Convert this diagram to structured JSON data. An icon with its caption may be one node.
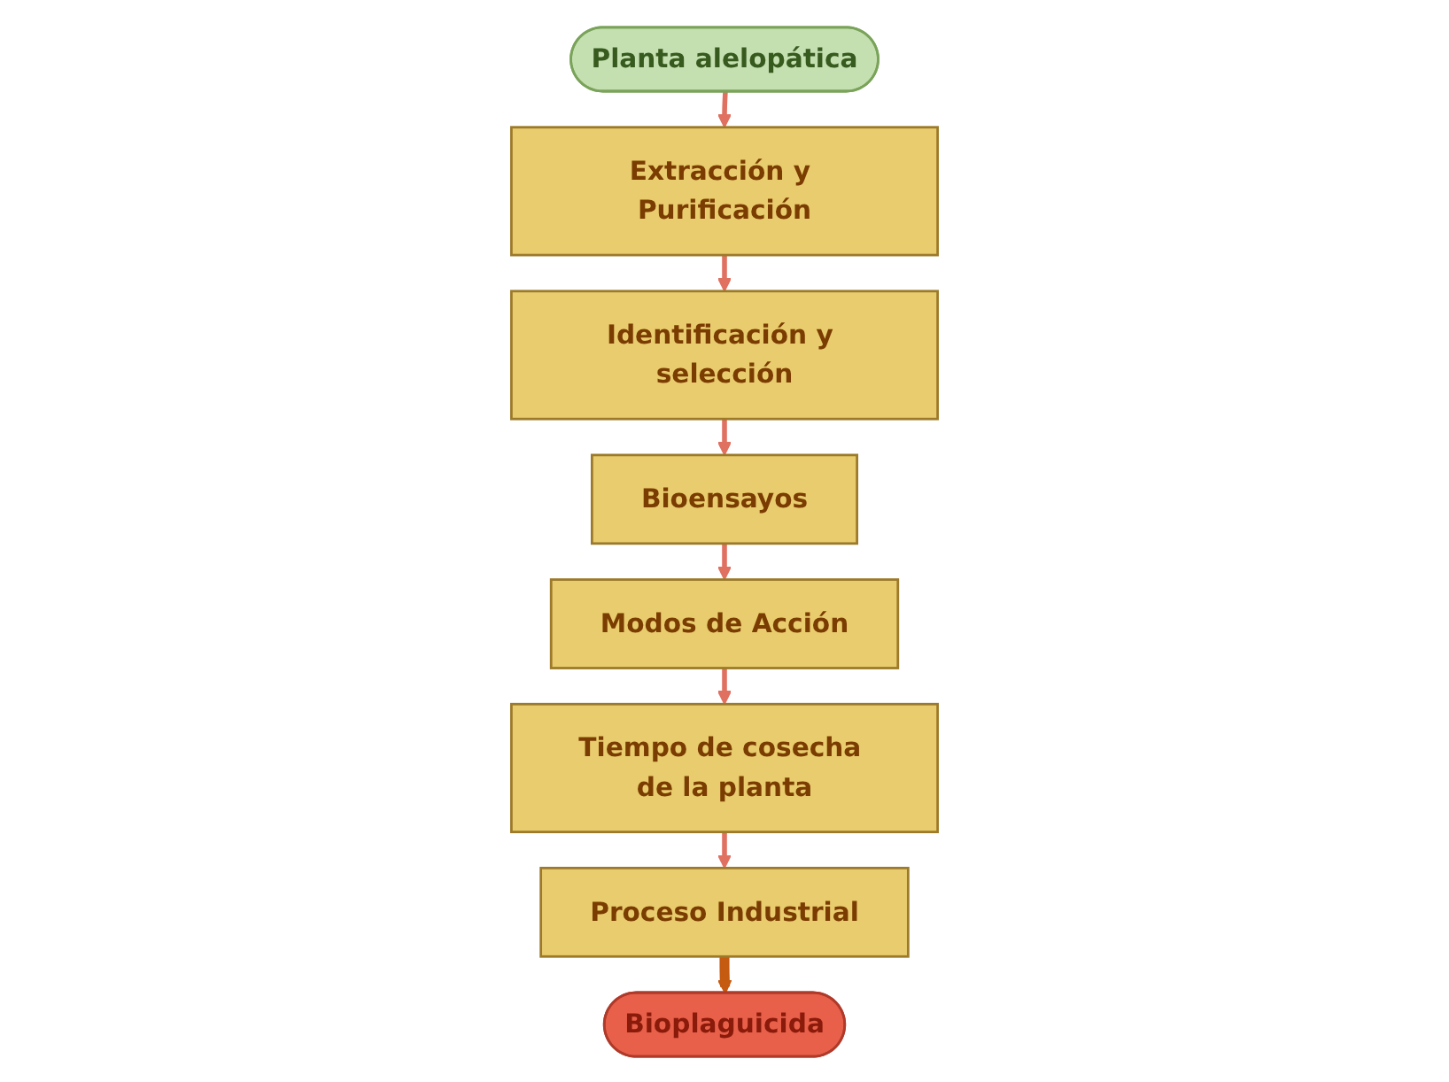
{
  "diagram": {
    "nodes": [
      {
        "text": [
          "Planta alelopática"
        ]
      },
      {
        "text": [
          "Extracción y Purificación"
        ]
      },
      {
        "text": [
          "Identificación y selección"
        ]
      },
      {
        "text": [
          "Bioensayos"
        ]
      },
      {
        "text": [
          "Modos de Acción"
        ]
      },
      {
        "text": [
          "Tiempo de cosecha de la planta"
        ]
      },
      {
        "text": [
          "Proceso Industrial"
        ]
      },
      {
        "text": [
          "Bioplaguicida"
        ]
      }
    ],
    "edges": [
      {
        "from": 0,
        "to": 1,
        "arrow": "to"
      },
      {
        "from": 1,
        "to": 2,
        "arrow": "to"
      },
      {
        "from": 2,
        "to": 3,
        "arrow": "to"
      },
      {
        "from": 3,
        "to": 4,
        "arrow": "to"
      },
      {
        "from": 4,
        "to": 5,
        "arrow": "to"
      },
      {
        "from": 5,
        "to": 6,
        "arrow": "to"
      },
      {
        "from": 6,
        "to": 7,
        "arrow": "to",
        "style": "thick",
        "color": "#c55a11"
      }
    ]
  }
}
